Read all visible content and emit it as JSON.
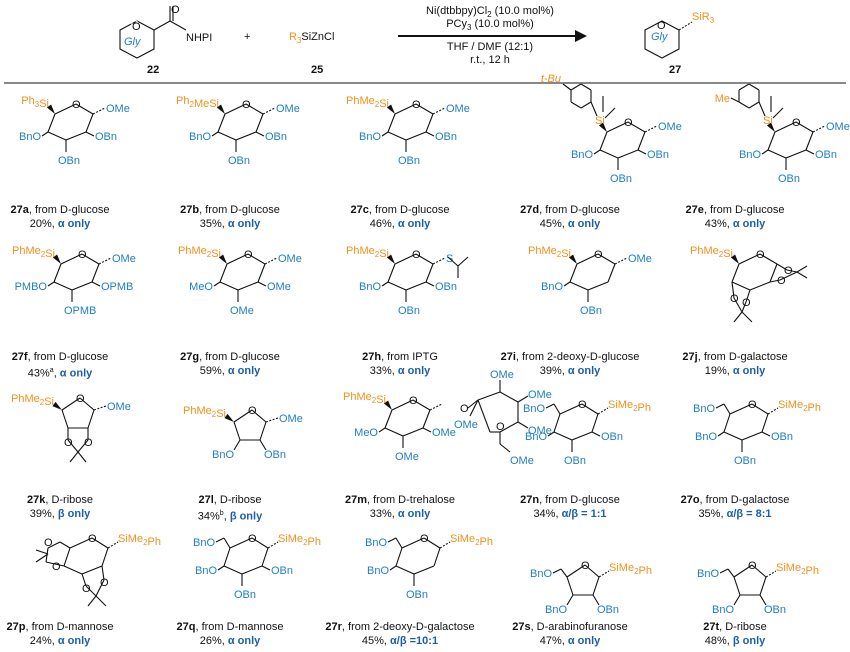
{
  "scheme": {
    "reactant1": {
      "ring_label": "Gly",
      "group": "NHPI",
      "number": "22"
    },
    "plus": "+",
    "reactant2": {
      "r3": "R",
      "r3_sub": "3",
      "rest": "SiZnCl",
      "number": "25"
    },
    "conditions": {
      "line1": "Ni(dtbbpy)Cl",
      "line1_sub": "2",
      "line1_tail": " (10.0 mol%)",
      "line2": "PCy",
      "line2_sub": "3",
      "line2_tail": " (10.0 mol%)",
      "line3": "THF / DMF (12:1)",
      "line4": "r.t., 12 h"
    },
    "product": {
      "ring_label": "Gly",
      "group": "SiR",
      "group_sub": "3",
      "number": "27"
    }
  },
  "entries": [
    {
      "id": "27a",
      "source": "from D-glucose",
      "yield": "20%,",
      "sel": "α only",
      "silyl": "Ph3Si",
      "subs": [
        "OMe",
        "BnO",
        "OBn",
        "OBn"
      ]
    },
    {
      "id": "27b",
      "source": "from D-glucose",
      "yield": "35%,",
      "sel": "α only",
      "silyl": "Ph2MeSi",
      "subs": [
        "OMe",
        "BnO",
        "OBn",
        "OBn"
      ]
    },
    {
      "id": "27c",
      "source": "from D-glucose",
      "yield": "46%,",
      "sel": "α only",
      "silyl": "PhMe2Si",
      "subs": [
        "OMe",
        "BnO",
        "OBn",
        "OBn"
      ]
    },
    {
      "id": "27d",
      "source": "from D-glucose",
      "yield": "45%,",
      "sel": "α only",
      "silyl": "t-Bu",
      "subs": [
        "OMe",
        "BnO",
        "OBn",
        "OBn"
      ]
    },
    {
      "id": "27e",
      "source": "from D-glucose",
      "yield": "43%,",
      "sel": "α only",
      "silyl": "Me",
      "subs": [
        "OMe",
        "BnO",
        "OBn",
        "OBn"
      ]
    },
    {
      "id": "27f",
      "source": "from D-glucose",
      "yield": "43%",
      "yield_sup": "a",
      "yield_tail": ",",
      "sel": "α only",
      "silyl": "PhMe2Si",
      "subs": [
        "OMe",
        "PMBO",
        "OPMB",
        "OPMB"
      ]
    },
    {
      "id": "27g",
      "source": "from D-glucose",
      "yield": "59%,",
      "sel": "α only",
      "silyl": "PhMe2Si",
      "subs": [
        "OMe",
        "MeO",
        "OMe",
        "OMe"
      ]
    },
    {
      "id": "27h",
      "source": "from IPTG",
      "yield": "33%,",
      "sel": "α only",
      "silyl": "PhMe2Si",
      "subs": [
        "S",
        "BnO",
        "OBn",
        "OBn"
      ]
    },
    {
      "id": "27i",
      "source": "from 2-deoxy-D-glucose",
      "yield": "39%,",
      "sel": "α only",
      "silyl": "PhMe2Si",
      "subs": [
        "OMe",
        "BnO",
        "OBn"
      ]
    },
    {
      "id": "27j",
      "source": "from D-galactose",
      "yield": "19%,",
      "sel": "α only",
      "silyl": "PhMe2Si",
      "subs": [
        "O",
        "O",
        "O",
        "O"
      ]
    },
    {
      "id": "27k",
      "source": "D-ribose",
      "yield": "39%,",
      "sel": "β only",
      "silyl": "PhMe2Si",
      "subs": [
        "OMe",
        "O",
        "O"
      ]
    },
    {
      "id": "27l",
      "source": "D-ribose",
      "yield": "34%",
      "yield_sup": "b",
      "yield_tail": ",",
      "sel": "β only",
      "silyl": "PhMe2Si",
      "subs": [
        "OMe",
        "BnO",
        "OBn"
      ]
    },
    {
      "id": "27m",
      "source": "from D-trehalose",
      "yield": "33%,",
      "sel": "α only",
      "silyl": "PhMe2Si",
      "subs": [
        "O",
        "OMe",
        "MeO",
        "OMe",
        "OMe",
        "OMe",
        "MeO",
        "OMe"
      ]
    },
    {
      "id": "27n",
      "source": "from D-glucose",
      "yield": "34%,",
      "sel": "α/β = 1:1",
      "silyl": "SiMe2Ph",
      "subs": [
        "BnO",
        "BnO",
        "OBn",
        "OBn"
      ]
    },
    {
      "id": "27o",
      "source": "from D-galactose",
      "yield": "35%,",
      "sel": "α/β = 8:1",
      "silyl": "SiMe2Ph",
      "subs": [
        "BnO",
        "BnO",
        "OBn",
        "OBn"
      ]
    },
    {
      "id": "27p",
      "source": "from D-mannose",
      "yield": "24%,",
      "sel": "α only",
      "silyl": "SiMe2Ph",
      "subs": [
        "O",
        "O",
        "O",
        "O"
      ]
    },
    {
      "id": "27q",
      "source": "from D-mannose",
      "yield": "26%,",
      "sel": "α only",
      "silyl": "SiMe2Ph",
      "subs": [
        "BnO",
        "BnO",
        "OBn",
        "OBn"
      ]
    },
    {
      "id": "27r",
      "source": "from 2-deoxy-D-galactose",
      "yield": "45%,",
      "sel": "α/β =10:1",
      "silyl": "SiMe2Ph",
      "subs": [
        "BnO",
        "BnO",
        "OBn"
      ]
    },
    {
      "id": "27s",
      "source": "D-arabinofuranose",
      "yield": "47%,",
      "sel": "α only",
      "silyl": "SiMe2Ph",
      "subs": [
        "BnO",
        "BnO",
        "OBn"
      ]
    },
    {
      "id": "27t",
      "source": "D-ribose",
      "yield": "48%,",
      "sel": "β only",
      "silyl": "SiMe2Ph",
      "subs": [
        "BnO",
        "BnO",
        "OBn"
      ]
    }
  ]
}
